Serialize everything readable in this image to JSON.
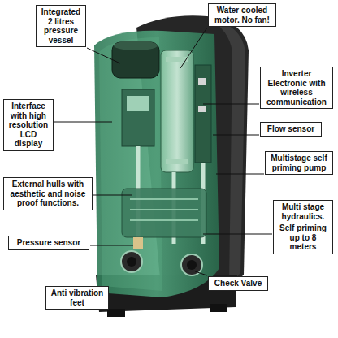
{
  "diagram": {
    "nodes": [
      {
        "text": [
          "Integrated 2 litres pressure vessel"
        ]
      },
      {
        "text": [
          "Water cooled motor. No fan!"
        ]
      },
      {
        "text": [
          "Interface with high resolution LCD display"
        ]
      },
      {
        "text": [
          "Inverter Electronic with wireless communication"
        ]
      },
      {
        "text": [
          "Flow sensor"
        ]
      },
      {
        "text": [
          "Multistage self priming pump"
        ]
      },
      {
        "text": [
          "External hulls with aesthetic and noise proof functions."
        ]
      },
      {
        "text": [
          "Multi stage hydraulics.",
          "Self priming up to 8 meters"
        ]
      },
      {
        "text": [
          "Pressure sensor"
        ]
      },
      {
        "text": [
          "Check Valve"
        ]
      },
      {
        "text": [
          "Anti vibration feet"
        ]
      }
    ]
  }
}
